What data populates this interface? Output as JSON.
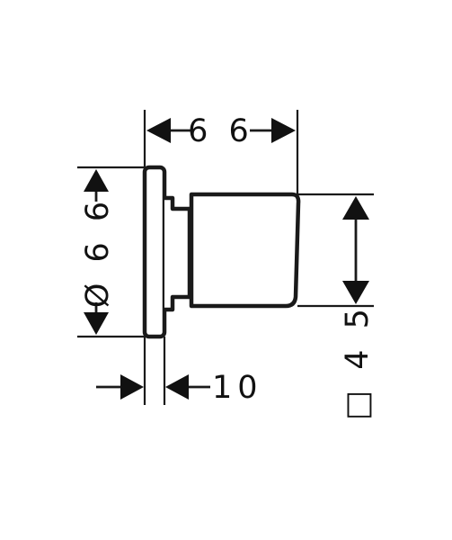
{
  "drawing": {
    "type": "technical-dimension-drawing",
    "line_color": "#1a1a1a",
    "background_color": "#ffffff"
  },
  "dimensions": {
    "overall_depth": {
      "value": 66,
      "label": "6 6"
    },
    "rosette_diameter": {
      "value": 66,
      "label": "Ø 6 6"
    },
    "rosette_thickness": {
      "value": 10,
      "label": "10"
    },
    "handle_square": {
      "value": 45,
      "label": "□ 4 5"
    }
  }
}
